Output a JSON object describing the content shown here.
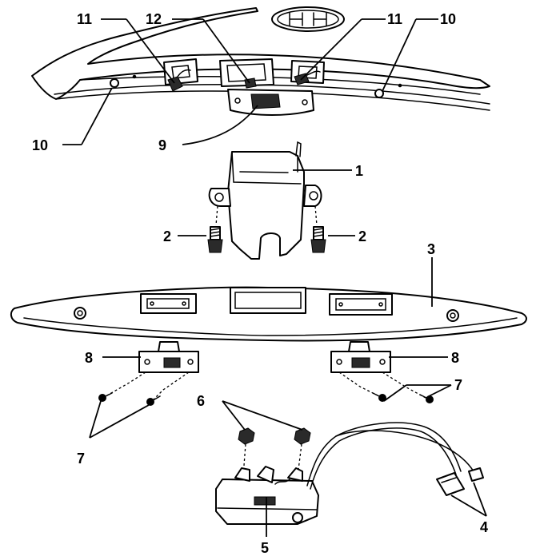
{
  "callouts": [
    {
      "id": "c1",
      "label": "1"
    },
    {
      "id": "c2a",
      "label": "2"
    },
    {
      "id": "c2b",
      "label": "2"
    },
    {
      "id": "c3",
      "label": "3"
    },
    {
      "id": "c4",
      "label": "4"
    },
    {
      "id": "c5",
      "label": "5"
    },
    {
      "id": "c6",
      "label": "6"
    },
    {
      "id": "c7a",
      "label": "7"
    },
    {
      "id": "c7b",
      "label": "7"
    },
    {
      "id": "c8a",
      "label": "8"
    },
    {
      "id": "c8b",
      "label": "8"
    },
    {
      "id": "c9",
      "label": "9"
    },
    {
      "id": "c10a",
      "label": "10"
    },
    {
      "id": "c10b",
      "label": "10"
    },
    {
      "id": "c11a",
      "label": "11"
    },
    {
      "id": "c11b",
      "label": "11"
    },
    {
      "id": "c12",
      "label": "12"
    }
  ]
}
